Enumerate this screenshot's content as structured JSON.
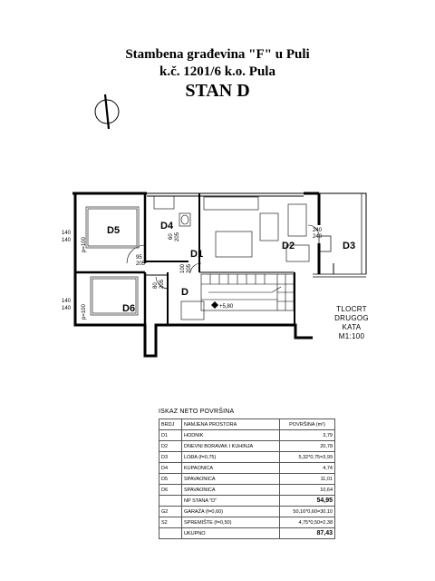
{
  "header": {
    "line1": "Stambena građevina \"F\" u Puli",
    "line2": "k.č. 1201/6 k.o. Pula",
    "line3": "STAN D"
  },
  "plan": {
    "rooms": {
      "d1": "D1",
      "d2": "D2",
      "d3": "D3",
      "d4": "D4",
      "d5": "D5",
      "d6": "D6",
      "d": "D"
    },
    "dimensions": {
      "left_upper_a": "140",
      "left_upper_b": "140",
      "left_upper_p": "p=100",
      "left_lower_a": "140",
      "left_lower_b": "140",
      "left_lower_p": "p=100",
      "d4_door_a": "60",
      "d4_door_b": "205",
      "d5_door_a": "95",
      "d5_door_b": "205",
      "hall_door_a": "100",
      "hall_door_b": "205",
      "d6_door_a": "80",
      "d6_door_b": "205",
      "d2_door_a": "240",
      "d2_door_b": "240",
      "level": "+5,80"
    },
    "note_lines": [
      "TLOCRT",
      "DRUGOG",
      "KATA",
      "M1:100"
    ]
  },
  "area_table": {
    "title": "ISKAZ NETO POVRŠINA",
    "headers": [
      "BRDJ",
      "NAMJENA PROSTORA",
      "POVRŠINA (m²)"
    ],
    "rows": [
      {
        "id": "D1",
        "name": "HODNIK",
        "area": "3,79"
      },
      {
        "id": "D2",
        "name": "DNEVNI BORAVAK I KUHINJA",
        "area": "20,78"
      },
      {
        "id": "D3",
        "name": "LOĐA  (f=0,75)",
        "area": "5,32*0,75=3,99"
      },
      {
        "id": "D4",
        "name": "KUPAONICA",
        "area": "4,74"
      },
      {
        "id": "D5",
        "name": "SPAVAONICA",
        "area": "11,01"
      },
      {
        "id": "D6",
        "name": "SPAVAONICA",
        "area": "10,64"
      }
    ],
    "subtotal": {
      "id": "",
      "name": "NP STANA \"D\"",
      "area": "54,95"
    },
    "extra_rows": [
      {
        "id": "G2",
        "name": "GARAŽA  (f=0,60)",
        "area": "50,16*0,60=30,10"
      },
      {
        "id": "S2",
        "name": "SPREMIŠTE  (f=0,50)",
        "area": "4,75*0,50=2,38"
      }
    ],
    "total": {
      "id": "",
      "name": "UKUPNO",
      "area": "87,43"
    }
  }
}
